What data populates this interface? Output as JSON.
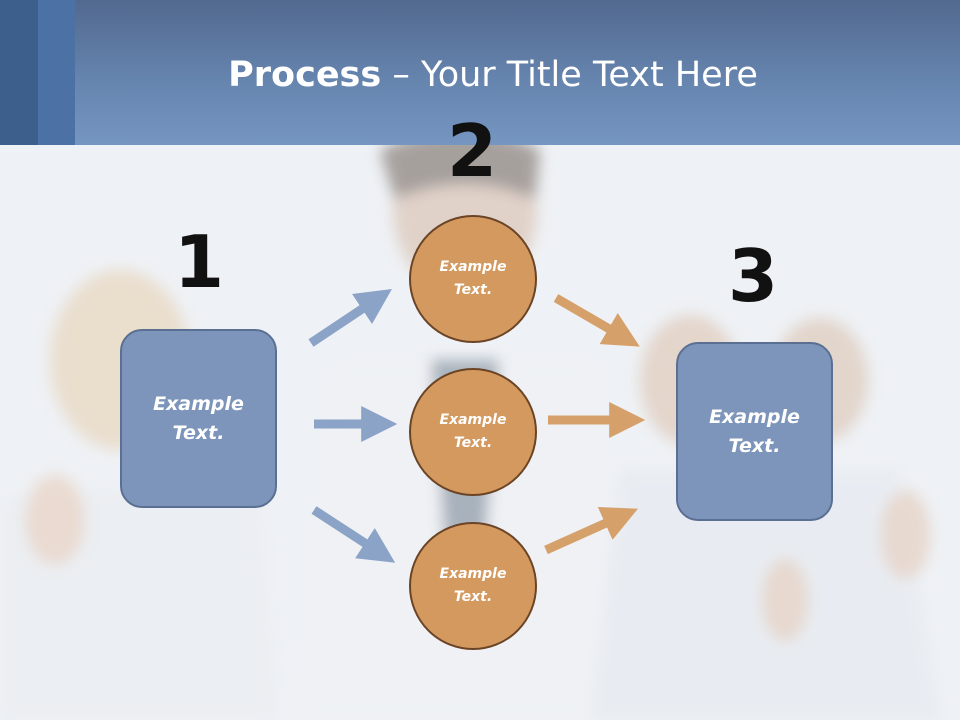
{
  "title": {
    "bold": "Process",
    "rest": " – Your Title Text Here"
  },
  "steps": [
    {
      "number": "1",
      "text": "Example Text."
    },
    {
      "number": "2",
      "items": [
        "Example Text.",
        "Example Text.",
        "Example Text."
      ]
    },
    {
      "number": "3",
      "text": "Example Text."
    }
  ],
  "colors": {
    "header": "#6584ae",
    "box_fill": "#7d95ba",
    "circle_fill": "#d3995f",
    "blue_arrow": "#8aa3c6",
    "orange_arrow": "#d6a06b"
  }
}
